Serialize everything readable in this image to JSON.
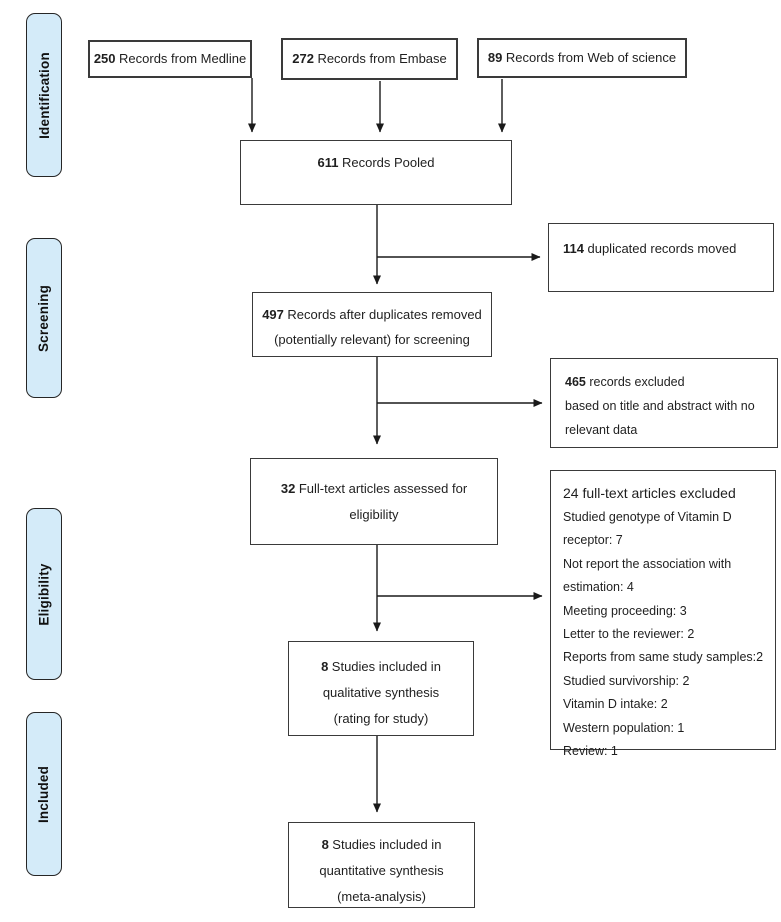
{
  "colors": {
    "stage_fill": "#d4ebf9",
    "box_border": "#3a3a3a",
    "arrow": "#1a1a1a",
    "text": "#1f1f1f"
  },
  "diagram": {
    "stages": [
      {
        "label": "Identification"
      },
      {
        "label": "Screening"
      },
      {
        "label": "Eligibility"
      },
      {
        "label": "Included"
      }
    ],
    "sources": [
      {
        "count": "250",
        "label": "Records from Medline"
      },
      {
        "count": "272",
        "label": "Records from Embase"
      },
      {
        "count": "89",
        "label": "Records from Web of science"
      }
    ],
    "pooled": {
      "count": "611",
      "label": "Records Pooled"
    },
    "duplicates": {
      "count": "114",
      "label": "duplicated records moved"
    },
    "after_duplicates": {
      "count": "497",
      "line1": "Records after duplicates removed",
      "line2": "(potentially relevant) for screening"
    },
    "excluded_screening": {
      "count": "465",
      "line1": "records excluded",
      "rest": "based on title and abstract with no relevant data"
    },
    "fulltext": {
      "count": "32",
      "line1": "Full-text articles assessed for",
      "line2": "eligibility"
    },
    "fulltext_excluded": {
      "title": "24 full-text articles excluded",
      "reasons": [
        "Studied genotype of Vitamin D receptor: 7",
        "Not report the association with estimation: 4",
        "Meeting proceeding: 3",
        "Letter to the reviewer: 2",
        "Reports from same study samples:2",
        "Studied survivorship: 2",
        "Vitamin D intake: 2",
        "Western population: 1",
        "Review: 1"
      ]
    },
    "qualitative": {
      "count": "8",
      "line1": "Studies included in",
      "line2": "qualitative synthesis",
      "line3": "(rating for study)"
    },
    "quantitative": {
      "count": "8",
      "line1": "Studies included in",
      "line2": "quantitative synthesis",
      "line3": "(meta-analysis)"
    }
  }
}
